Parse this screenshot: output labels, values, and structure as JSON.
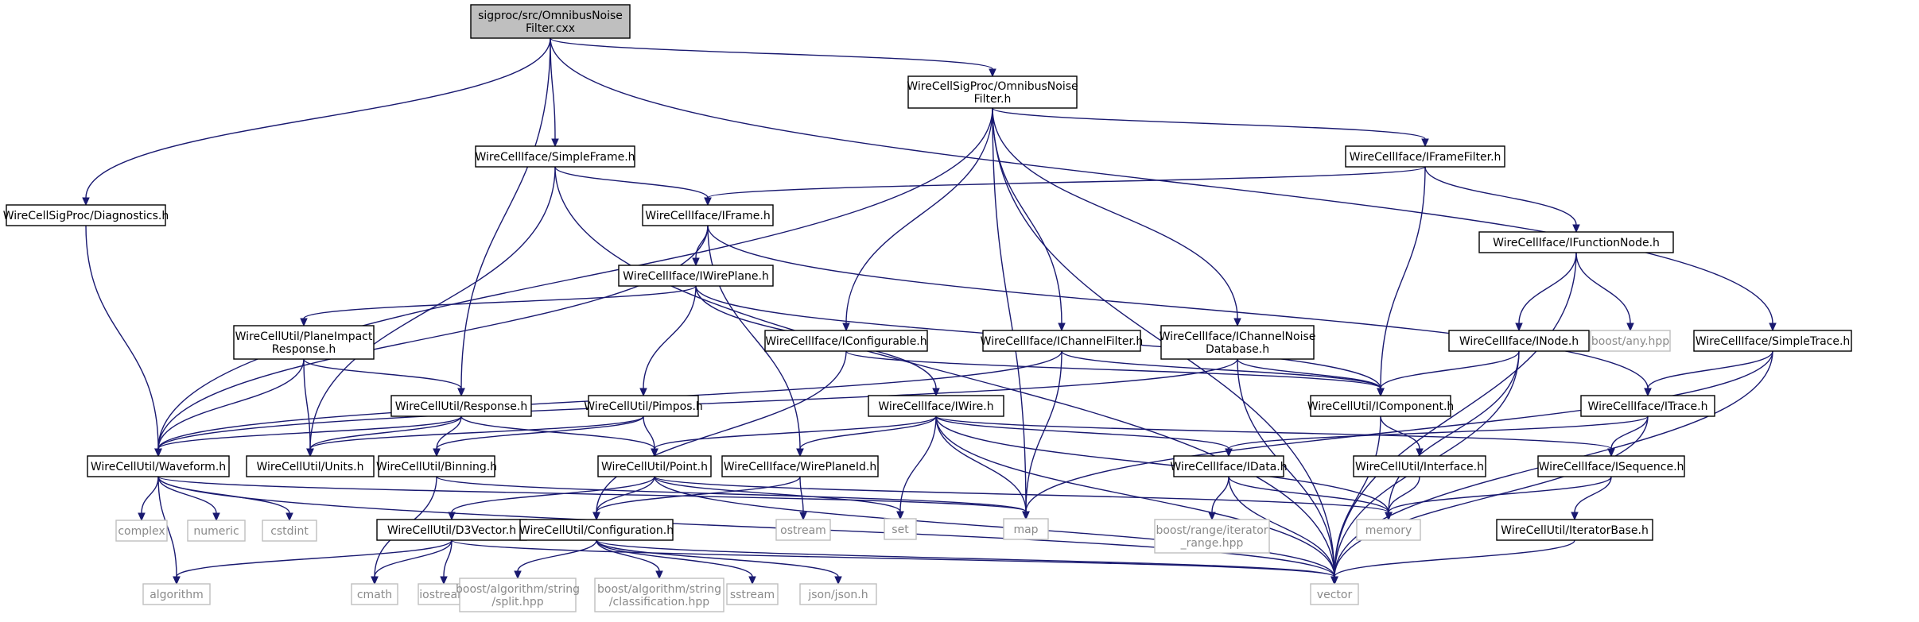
{
  "colors": {
    "root_fill": "#bfbfbf",
    "node_fill": "#ffffff",
    "node_border": "#000000",
    "external_border": "#bfbfbf",
    "external_text": "#8a8a8a",
    "edge": "#191970"
  },
  "nodes": [
    {
      "id": "root",
      "lines": [
        "sigproc/src/OmnibusNoise",
        "Filter.cxx"
      ],
      "kind": "root"
    },
    {
      "id": "onf_h",
      "lines": [
        "WireCellSigProc/OmnibusNoise",
        "Filter.h"
      ]
    },
    {
      "id": "diag",
      "lines": [
        "WireCellSigProc/Diagnostics.h"
      ]
    },
    {
      "id": "simpleframe",
      "lines": [
        "WireCellIface/SimpleFrame.h"
      ]
    },
    {
      "id": "iframefilter",
      "lines": [
        "WireCellIface/IFrameFilter.h"
      ]
    },
    {
      "id": "iframe",
      "lines": [
        "WireCellIface/IFrame.h"
      ]
    },
    {
      "id": "ifunctionnode",
      "lines": [
        "WireCellIface/IFunctionNode.h"
      ]
    },
    {
      "id": "iwireplane",
      "lines": [
        "WireCellIface/IWirePlane.h"
      ]
    },
    {
      "id": "planeimpact",
      "lines": [
        "WireCellUtil/PlaneImpact",
        "Response.h"
      ]
    },
    {
      "id": "iconfigurable",
      "lines": [
        "WireCellIface/IConfigurable.h"
      ]
    },
    {
      "id": "ichannelfilter",
      "lines": [
        "WireCellIface/IChannelFilter.h"
      ]
    },
    {
      "id": "ichannelnoise",
      "lines": [
        "WireCellIface/IChannelNoise",
        "Database.h"
      ]
    },
    {
      "id": "inode",
      "lines": [
        "WireCellIface/INode.h"
      ]
    },
    {
      "id": "boostany",
      "lines": [
        "boost/any.hpp"
      ],
      "kind": "ext"
    },
    {
      "id": "simpletrace",
      "lines": [
        "WireCellIface/SimpleTrace.h"
      ]
    },
    {
      "id": "response",
      "lines": [
        "WireCellUtil/Response.h"
      ]
    },
    {
      "id": "pimpos",
      "lines": [
        "WireCellUtil/Pimpos.h"
      ]
    },
    {
      "id": "iwire",
      "lines": [
        "WireCellIface/IWire.h"
      ]
    },
    {
      "id": "icomponent",
      "lines": [
        "WireCellUtil/IComponent.h"
      ]
    },
    {
      "id": "itrace",
      "lines": [
        "WireCellIface/ITrace.h"
      ]
    },
    {
      "id": "waveform",
      "lines": [
        "WireCellUtil/Waveform.h"
      ]
    },
    {
      "id": "units",
      "lines": [
        "WireCellUtil/Units.h"
      ]
    },
    {
      "id": "binning",
      "lines": [
        "WireCellUtil/Binning.h"
      ]
    },
    {
      "id": "point",
      "lines": [
        "WireCellUtil/Point.h"
      ]
    },
    {
      "id": "wireplaneid",
      "lines": [
        "WireCellIface/WirePlaneId.h"
      ]
    },
    {
      "id": "idata",
      "lines": [
        "WireCellIface/IData.h"
      ]
    },
    {
      "id": "interface",
      "lines": [
        "WireCellUtil/Interface.h"
      ]
    },
    {
      "id": "isequence",
      "lines": [
        "WireCellIface/ISequence.h"
      ]
    },
    {
      "id": "complex",
      "lines": [
        "complex"
      ],
      "kind": "ext"
    },
    {
      "id": "numeric",
      "lines": [
        "numeric"
      ],
      "kind": "ext"
    },
    {
      "id": "cstdint",
      "lines": [
        "cstdint"
      ],
      "kind": "ext"
    },
    {
      "id": "d3vector",
      "lines": [
        "WireCellUtil/D3Vector.h"
      ]
    },
    {
      "id": "configuration",
      "lines": [
        "WireCellUtil/Configuration.h"
      ]
    },
    {
      "id": "map",
      "lines": [
        "map"
      ],
      "kind": "ext"
    },
    {
      "id": "set",
      "lines": [
        "set"
      ],
      "kind": "ext"
    },
    {
      "id": "ostream",
      "lines": [
        "ostream"
      ],
      "kind": "ext"
    },
    {
      "id": "memory",
      "lines": [
        "memory"
      ],
      "kind": "ext"
    },
    {
      "id": "boostrange",
      "lines": [
        "boost/range/iterator",
        "_range.hpp"
      ],
      "kind": "ext"
    },
    {
      "id": "iteratorbase",
      "lines": [
        "WireCellUtil/IteratorBase.h"
      ]
    },
    {
      "id": "algorithm",
      "lines": [
        "algorithm"
      ],
      "kind": "ext"
    },
    {
      "id": "cmath",
      "lines": [
        "cmath"
      ],
      "kind": "ext"
    },
    {
      "id": "iostream",
      "lines": [
        "iostream"
      ],
      "kind": "ext"
    },
    {
      "id": "boostsplit",
      "lines": [
        "boost/algorithm/string",
        "/split.hpp"
      ],
      "kind": "ext"
    },
    {
      "id": "boostclass",
      "lines": [
        "boost/algorithm/string",
        "/classification.hpp"
      ],
      "kind": "ext"
    },
    {
      "id": "sstream",
      "lines": [
        "sstream"
      ],
      "kind": "ext"
    },
    {
      "id": "jsonh",
      "lines": [
        "json/json.h"
      ],
      "kind": "ext"
    },
    {
      "id": "vector",
      "lines": [
        "vector"
      ],
      "kind": "ext"
    }
  ],
  "edges": [
    [
      "root",
      "onf_h"
    ],
    [
      "root",
      "diag"
    ],
    [
      "root",
      "simpleframe"
    ],
    [
      "root",
      "response"
    ],
    [
      "root",
      "simpletrace"
    ],
    [
      "diag",
      "waveform"
    ],
    [
      "onf_h",
      "iframefilter"
    ],
    [
      "onf_h",
      "waveform"
    ],
    [
      "onf_h",
      "iconfigurable"
    ],
    [
      "onf_h",
      "ichannelfilter"
    ],
    [
      "onf_h",
      "ichannelnoise"
    ],
    [
      "onf_h",
      "map"
    ],
    [
      "onf_h",
      "vector"
    ],
    [
      "simpleframe",
      "iframe"
    ],
    [
      "simpleframe",
      "units"
    ],
    [
      "simpleframe",
      "vector"
    ],
    [
      "iframefilter",
      "iframe"
    ],
    [
      "iframefilter",
      "ifunctionnode"
    ],
    [
      "iframefilter",
      "icomponent"
    ],
    [
      "iframe",
      "iwireplane"
    ],
    [
      "iframe",
      "waveform"
    ],
    [
      "iframe",
      "wireplaneid"
    ],
    [
      "iframe",
      "itrace"
    ],
    [
      "ifunctionnode",
      "inode"
    ],
    [
      "ifunctionnode",
      "boostany"
    ],
    [
      "ifunctionnode",
      "vector"
    ],
    [
      "iwireplane",
      "planeimpact"
    ],
    [
      "iwireplane",
      "pimpos"
    ],
    [
      "iwireplane",
      "iwire"
    ],
    [
      "iwireplane",
      "icomponent"
    ],
    [
      "planeimpact",
      "response"
    ],
    [
      "planeimpact",
      "waveform"
    ],
    [
      "planeimpact",
      "units"
    ],
    [
      "iconfigurable",
      "icomponent"
    ],
    [
      "iconfigurable",
      "configuration"
    ],
    [
      "ichannelfilter",
      "waveform"
    ],
    [
      "ichannelfilter",
      "icomponent"
    ],
    [
      "ichannelfilter",
      "map"
    ],
    [
      "ichannelnoise",
      "waveform"
    ],
    [
      "ichannelnoise",
      "icomponent"
    ],
    [
      "ichannelnoise",
      "vector"
    ],
    [
      "inode",
      "icomponent"
    ],
    [
      "inode",
      "memory"
    ],
    [
      "inode",
      "vector"
    ],
    [
      "simpletrace",
      "itrace"
    ],
    [
      "simpletrace",
      "map"
    ],
    [
      "simpletrace",
      "vector"
    ],
    [
      "response",
      "waveform"
    ],
    [
      "response",
      "units"
    ],
    [
      "response",
      "binning"
    ],
    [
      "response",
      "point"
    ],
    [
      "pimpos",
      "point"
    ],
    [
      "pimpos",
      "binning"
    ],
    [
      "pimpos",
      "units"
    ],
    [
      "iwire",
      "point"
    ],
    [
      "iwire",
      "wireplaneid"
    ],
    [
      "iwire",
      "idata"
    ],
    [
      "iwire",
      "isequence"
    ],
    [
      "iwire",
      "map"
    ],
    [
      "iwire",
      "set"
    ],
    [
      "iwire",
      "memory"
    ],
    [
      "iwire",
      "vector"
    ],
    [
      "icomponent",
      "interface"
    ],
    [
      "icomponent",
      "vector"
    ],
    [
      "itrace",
      "isequence"
    ],
    [
      "itrace",
      "idata"
    ],
    [
      "itrace",
      "vector"
    ],
    [
      "waveform",
      "complex"
    ],
    [
      "waveform",
      "numeric"
    ],
    [
      "waveform",
      "cstdint"
    ],
    [
      "waveform",
      "algorithm"
    ],
    [
      "waveform",
      "map"
    ],
    [
      "waveform",
      "vector"
    ],
    [
      "binning",
      "cmath"
    ],
    [
      "binning",
      "map"
    ],
    [
      "point",
      "d3vector"
    ],
    [
      "point",
      "configuration"
    ],
    [
      "point",
      "set"
    ],
    [
      "point",
      "memory"
    ],
    [
      "point",
      "vector"
    ],
    [
      "wireplaneid",
      "ostream"
    ],
    [
      "wireplaneid",
      "configuration"
    ],
    [
      "idata",
      "boostrange"
    ],
    [
      "idata",
      "memory"
    ],
    [
      "idata",
      "vector"
    ],
    [
      "interface",
      "memory"
    ],
    [
      "isequence",
      "iteratorbase"
    ],
    [
      "isequence",
      "memory"
    ],
    [
      "iteratorbase",
      "vector"
    ],
    [
      "d3vector",
      "algorithm"
    ],
    [
      "d3vector",
      "cmath"
    ],
    [
      "d3vector",
      "iostream"
    ],
    [
      "d3vector",
      "vector"
    ],
    [
      "configuration",
      "boostsplit"
    ],
    [
      "configuration",
      "boostclass"
    ],
    [
      "configuration",
      "sstream"
    ],
    [
      "configuration",
      "jsonh"
    ],
    [
      "configuration",
      "vector"
    ]
  ]
}
